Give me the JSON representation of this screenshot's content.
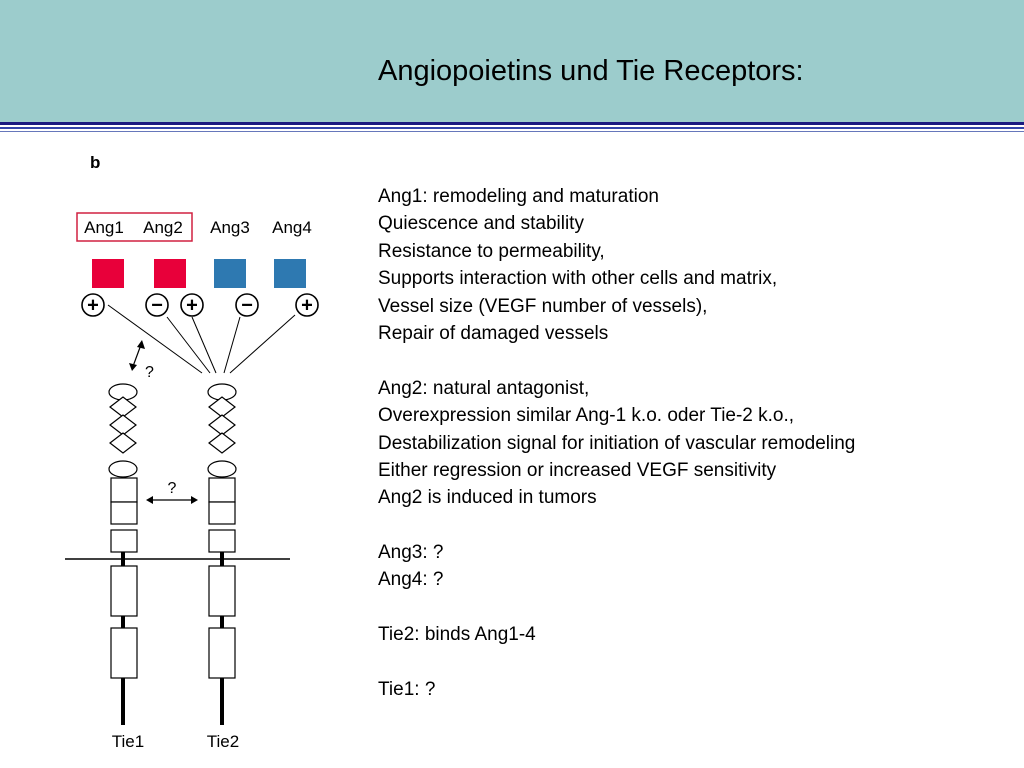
{
  "slide": {
    "title": "Angiopoietins und Tie Receptors:"
  },
  "diagram": {
    "panel_label": "b",
    "ligands": [
      {
        "label": "Ang1",
        "color": "#e8003a",
        "effects": [
          "+"
        ]
      },
      {
        "label": "Ang2",
        "color": "#e8003a",
        "effects": [
          "−",
          "+"
        ]
      },
      {
        "label": "Ang3",
        "color": "#2e79b1",
        "effects": [
          "−"
        ]
      },
      {
        "label": "Ang4",
        "color": "#2e79b1",
        "effects": [
          "+"
        ]
      }
    ],
    "question_marks": [
      "?",
      "?"
    ],
    "receptors": [
      "Tie1",
      "Tie2"
    ],
    "highlight_box_color": "#d02040"
  },
  "notes": {
    "lines": [
      "Ang1: remodeling and maturation",
      "Quiescence and stability",
      "Resistance to permeability,",
      "Supports interaction with other cells and matrix,",
      "Vessel size (VEGF number of vessels),",
      "Repair of damaged vessels",
      "",
      "Ang2: natural antagonist,",
      "Overexpression similar Ang-1 k.o. oder Tie-2 k.o.,",
      "Destabilization signal for initiation of vascular remodeling",
      "Either regression or increased VEGF sensitivity",
      "Ang2 is induced in tumors",
      "",
      "Ang3: ?",
      "Ang4: ?",
      "",
      "Tie2: binds Ang1-4",
      "",
      "Tie1: ?"
    ]
  }
}
